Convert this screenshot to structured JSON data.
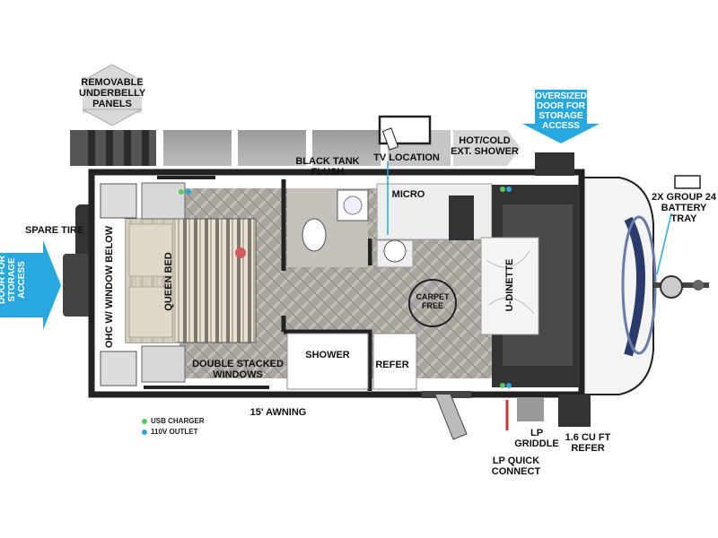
{
  "labels": {
    "removable_underbelly": "REMOVABLE\nUNDERBELLY\nPANELS",
    "oversized_door": "OVERSIZED\nDOOR FOR\nSTORAGE\nACCESS",
    "hot_cold_shower": "HOT/COLD\nEXT. SHOWER",
    "tv_location": "TV LOCATION",
    "black_tank_flush": "BLACK TANK\nFLUSH",
    "micro": "MICRO",
    "battery_tray": "2X GROUP 24\nBATTERY\nTRAY",
    "spare_tire": "SPARE TIRE",
    "baggage_door": "BAGGAGE\nDOOR FOR\nSTORAGE\nACCESS",
    "ohc_window": "OHC W/ WINDOW BELOW",
    "queen_bed": "QUEEN BED",
    "u_dinette": "U-DINETTE",
    "carpet_free": "CARPET\nFREE",
    "double_stacked_windows": "DOUBLE STACKED\nWINDOWS",
    "shower": "SHOWER",
    "refer": "REFER",
    "awning": "15' AWNING",
    "lp_griddle": "LP\nGRIDDLE",
    "lp_quick_connect": "LP QUICK\nCONNECT",
    "refer_16": "1.6 CU FT\nREFER"
  },
  "legend": {
    "usb": {
      "label": "USB CHARGER",
      "color": "#5cc85c"
    },
    "outlet": {
      "label": "110V OUTLET",
      "color": "#2aa3d8"
    }
  },
  "colors": {
    "accent_blue": "#29a8e0",
    "wall": "#222222",
    "floor": "#a8a39c",
    "dinette": "#333333"
  }
}
